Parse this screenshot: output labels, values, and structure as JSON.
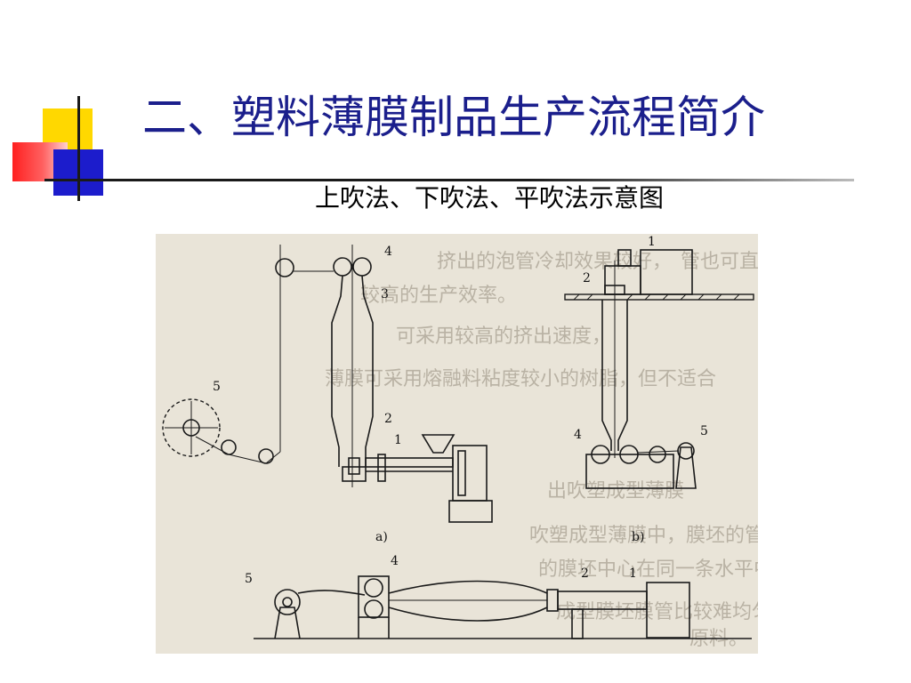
{
  "slide": {
    "title": "二、塑料薄膜制品生产流程简介",
    "subtitle": "上吹法、下吹法、平吹法示意图"
  },
  "figure": {
    "panels": [
      {
        "caption": "a)",
        "labels": [
          "1",
          "2",
          "3",
          "4",
          "5"
        ]
      },
      {
        "caption": "b)",
        "labels": [
          "1",
          "2",
          "4",
          "5"
        ]
      },
      {
        "caption": "",
        "labels": [
          "1",
          "2",
          "4",
          "5"
        ]
      }
    ],
    "bleed_text": [
      "挤出的泡管冷却效果较好，",
      "管也可直",
      "较高的生产效率。",
      "可采用较高的挤出速度，",
      "薄膜可采用熔融料粘度较小的树脂，但不适合",
      "出吹塑成型薄膜",
      "吹塑成型薄膜中，膜坯的管是从机头的水平方向",
      "的膜坯中心在同一条水平中心线上，这种水平挤出",
      "成型膜坯膜管比较难均匀分布，平吹法",
      "原料。"
    ]
  },
  "colors": {
    "title": "#1b1f8c",
    "accent_yellow": "#ffd800",
    "accent_red": "#ff2020",
    "accent_blue": "#1c1ccc",
    "figure_bg": "#e9e4d8"
  }
}
